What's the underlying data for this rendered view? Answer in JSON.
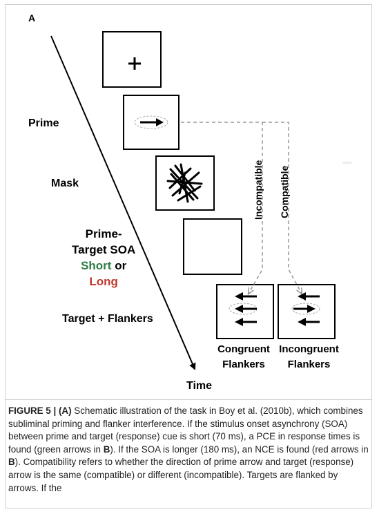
{
  "figure": {
    "panel_letter": "A",
    "labels": {
      "prime": "Prime",
      "mask": "Mask",
      "soa_line1": "Prime-",
      "soa_line2": "Target SOA",
      "soa_short": "Short",
      "soa_or": "or",
      "soa_long": "Long",
      "target": "Target + Flankers",
      "time": "Time",
      "incompatible": "Incompatible",
      "compatible": "Compatible",
      "congruent_1": "Congruent",
      "congruent_2": "Flankers",
      "incongruent_1": "Incongruent",
      "incongruent_2": "Flankers"
    },
    "colors": {
      "short": "#2e7d46",
      "long": "#c0392b",
      "dashed": "#999999"
    }
  },
  "caption": {
    "figure_label": "FIGURE 5 | ",
    "panel_a": "(A)",
    "text_1": " Schematic illustration of the task in ",
    "citation": "Boy et al. (2010b)",
    "text_2": ", which combines subliminal priming and flanker interference. If the stimulus onset asynchrony (SOA) between prime and target (response) cue is short (70 ms), a PCE in response times is found (green arrows in ",
    "b1": "B",
    "text_3": "). If the SOA is longer (180 ms), an NCE is found (red arrows in ",
    "b2": "B",
    "text_4": "). Compatibility refers to whether the direction of prime arrow and target (response) arrow is the same (compatible) or different (incompatible). Targets are flanked by arrows. If the"
  }
}
